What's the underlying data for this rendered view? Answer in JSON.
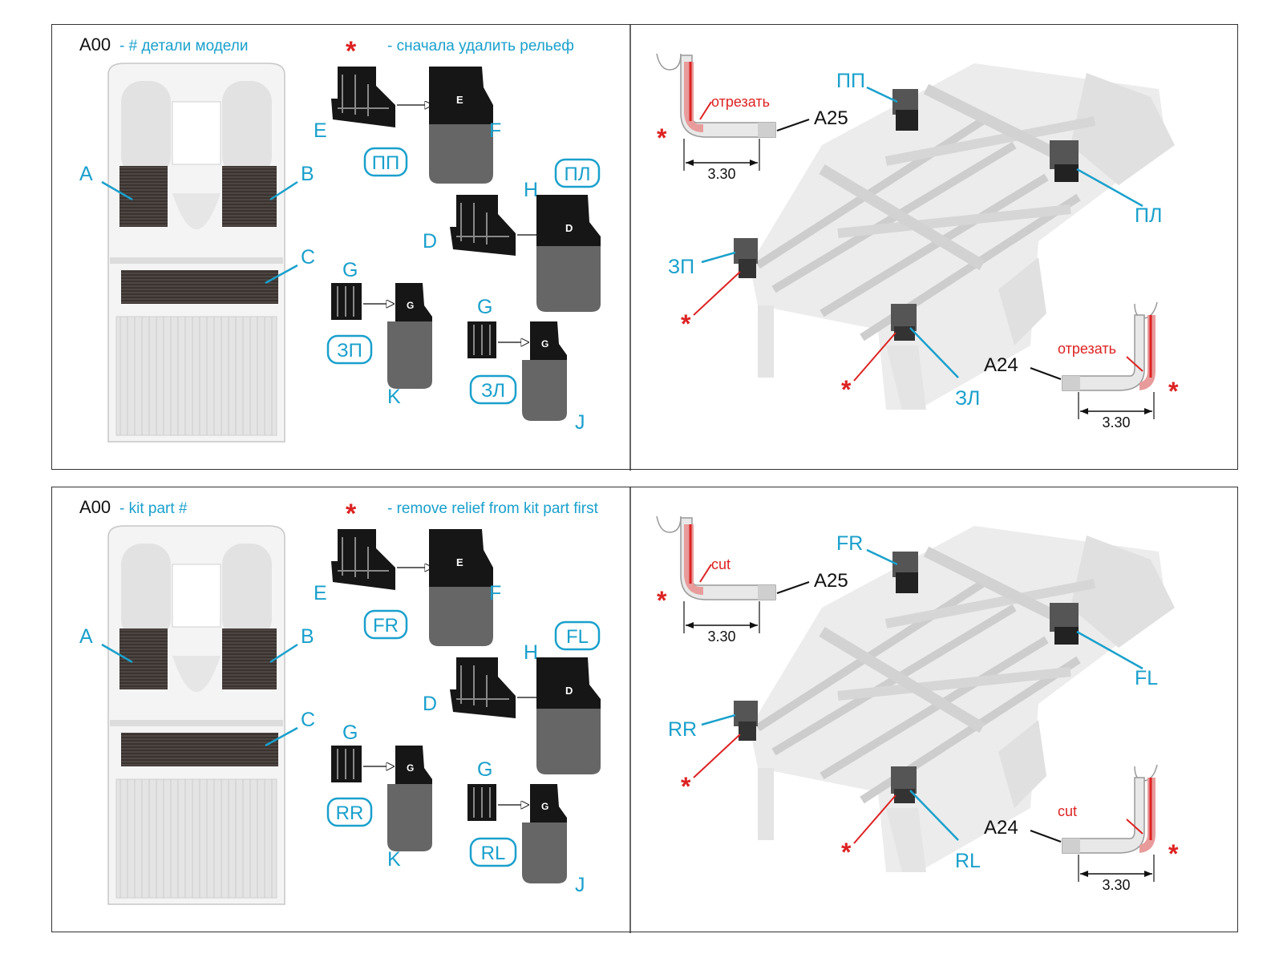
{
  "colors": {
    "label": "#1aa0cc",
    "mark": "#dd2222",
    "text": "#111111",
    "part_dark": "#161616",
    "part_gray": "#666666",
    "floor_texture": "#3a3330",
    "body": "#eeeeee"
  },
  "icons": {
    "asterisk": "red-asterisk-icon",
    "arrow": "arrow-right-icon"
  },
  "panels": [
    {
      "lang": "ru",
      "header": {
        "code": "A00",
        "code_desc": "- # детали модели",
        "note_star": "*",
        "note": "- сначала удалить рельеф"
      },
      "floor_labels": {
        "a": "A",
        "b": "B",
        "c": "C"
      },
      "parts": {
        "e": "E",
        "f": "F",
        "h": "H",
        "d": "D",
        "g1": "G",
        "g2": "G",
        "k": "K",
        "j": "J",
        "tag_e": "E",
        "tag_d": "D",
        "tag_g1": "G",
        "tag_g2": "G"
      },
      "pos_labels": {
        "fr": "ПП",
        "fl": "ПЛ",
        "rr": "ЗП",
        "rl": "ЗЛ"
      },
      "detail_top": {
        "part": "A25",
        "cut": "отрезать",
        "dim": "3.30",
        "star": "*"
      },
      "detail_bottom": {
        "part": "A24",
        "cut": "отрезать",
        "dim": "3.30",
        "star": "*"
      },
      "chassis": {
        "fr": "ПП",
        "fl": "ПЛ",
        "rr": "ЗП",
        "rl": "ЗЛ",
        "star1": "*",
        "star2": "*"
      }
    },
    {
      "lang": "en",
      "header": {
        "code": "A00",
        "code_desc": "- kit part #",
        "note_star": "*",
        "note": "- remove relief from kit part first"
      },
      "floor_labels": {
        "a": "A",
        "b": "B",
        "c": "C"
      },
      "parts": {
        "e": "E",
        "f": "F",
        "h": "H",
        "d": "D",
        "g1": "G",
        "g2": "G",
        "k": "K",
        "j": "J",
        "tag_e": "E",
        "tag_d": "D",
        "tag_g1": "G",
        "tag_g2": "G"
      },
      "pos_labels": {
        "fr": "FR",
        "fl": "FL",
        "rr": "RR",
        "rl": "RL"
      },
      "detail_top": {
        "part": "A25",
        "cut": "cut",
        "dim": "3.30",
        "star": "*"
      },
      "detail_bottom": {
        "part": "A24",
        "cut": "cut",
        "dim": "3.30",
        "star": "*"
      },
      "chassis": {
        "fr": "FR",
        "fl": "FL",
        "rr": "RR",
        "rl": "RL",
        "star1": "*",
        "star2": "*"
      }
    }
  ]
}
